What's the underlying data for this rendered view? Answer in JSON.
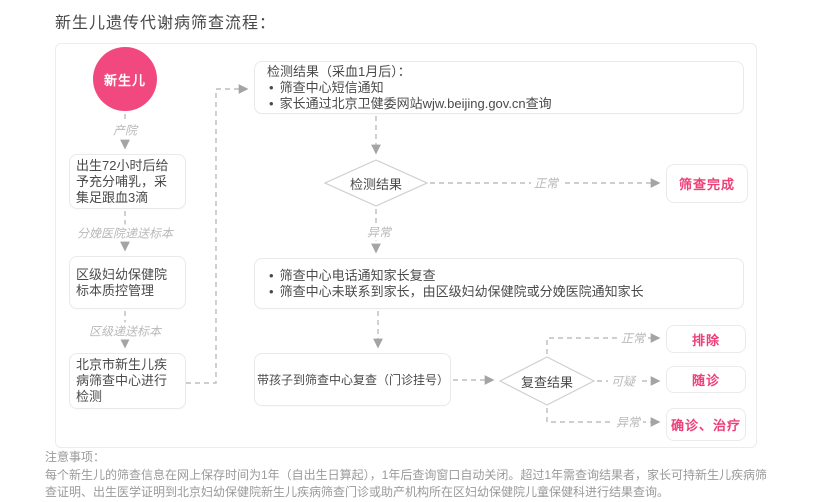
{
  "page": {
    "title": "新生儿遗传代谢病筛查流程：",
    "note": {
      "title": "注意事项：",
      "body": "每个新生儿的筛查信息在网上保存时间为1年（自出生日算起），1年后查询窗口自动关闭。超过1年需查询结果者，家长可持新生儿疾病筛查证明、出生医学证明到北京妇幼保健院新生儿疾病筛查门诊或助产机构所在区妇幼保健院儿童保健科进行结果查询。"
    }
  },
  "palette": {
    "pink": "#f1497f",
    "pink_text": "#ed3f78",
    "line_gray": "#bdbdbd",
    "note_gray": "#9a9a9a"
  },
  "flow": {
    "start": "新生儿",
    "edges": {
      "hospital": "产院",
      "delivery_send": "分娩医院递送标本",
      "district_send": "区级递送标本",
      "normal": "正常",
      "abnormal": "异常",
      "suspicious": "可疑"
    },
    "nodes": {
      "feed": "出生72小时后给予充分哺乳，采集足跟血3滴",
      "district_qc": "区级妇幼保健院标本质控管理",
      "center_test": "北京市新生儿疾病筛查中心进行检测",
      "result_title": "检测结果（采血1月后）：",
      "result_items": [
        "筛查中心短信通知",
        "家长通过北京卫健委网站wjw.beijing.gov.cn查询"
      ],
      "decision_test": "检测结果",
      "complete": "筛查完成",
      "recheck_items": [
        "筛查中心电话通知家长复查",
        "筛查中心未联系到家长，由区级妇幼保健院或分娩医院通知家长"
      ],
      "visit": "带孩子到筛查中心复查（门诊挂号）",
      "decision_recheck": "复查结果",
      "exclude": "排除",
      "followup": "随诊",
      "confirm_treat": "确诊、治疗"
    }
  }
}
